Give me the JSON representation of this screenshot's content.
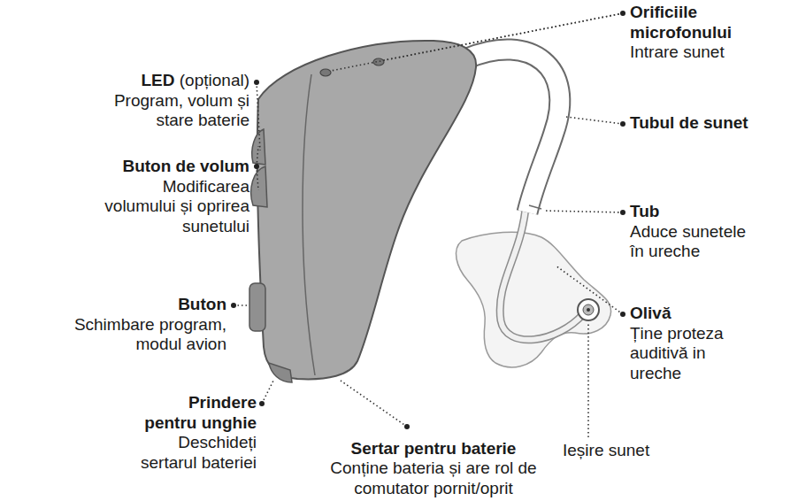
{
  "diagram": {
    "labels": [
      "LED",
      "(opțional)",
      "Program, volum și stare baterie",
      "Buton de volum",
      "Modificarea volumului și oprirea sunetului",
      "Buton",
      "Schimbare program, modul avion",
      "Prindere pentru unghie",
      "Deschideți sertarul bateriei",
      "Sertar pentru baterie",
      "Conține bateria și are rol de comutator pornit/oprit",
      "Orificiile microfonului",
      "Intrare sunet",
      "Tubul de sunet",
      "Tub",
      "Aduce sunetele în ureche",
      "Olivă",
      "Ține proteza auditivă in ureche",
      "Ieșire sunet"
    ]
  }
}
